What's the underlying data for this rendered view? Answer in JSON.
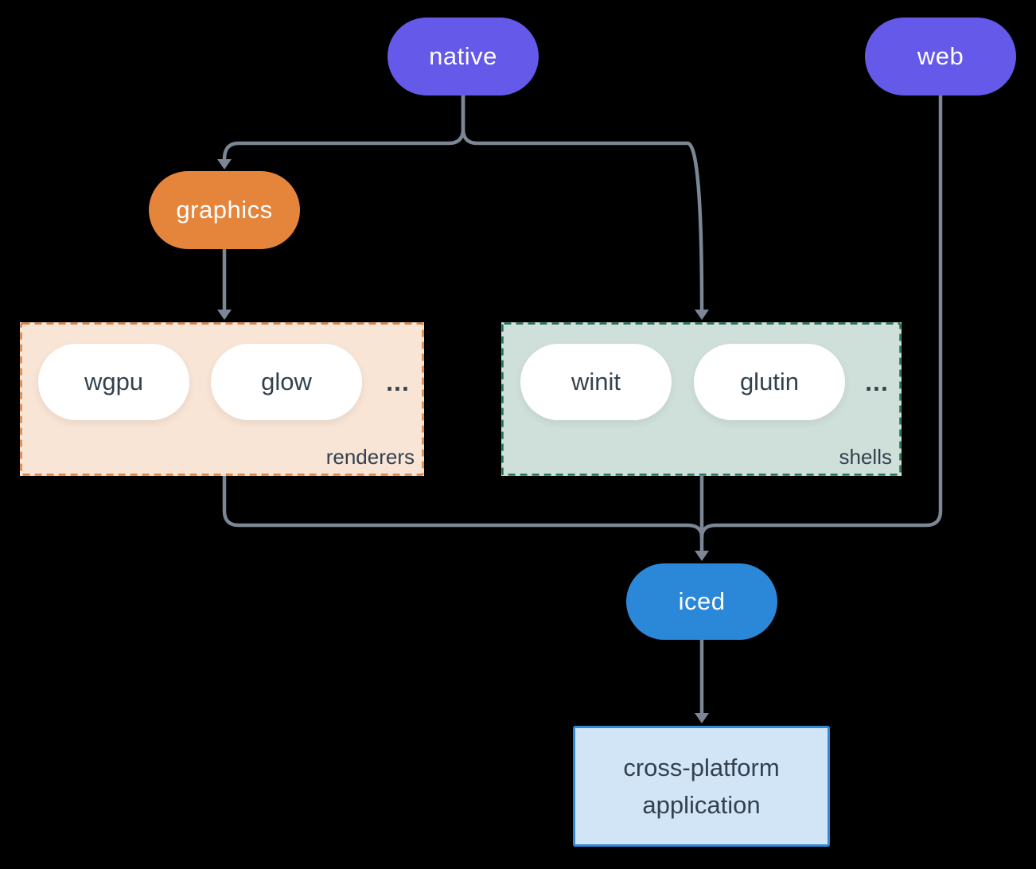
{
  "diagram": {
    "description": "iced ecosystem architecture diagram"
  },
  "nodes": {
    "native": {
      "label": "native",
      "color": "#6459E8"
    },
    "web": {
      "label": "web",
      "color": "#6459E8"
    },
    "graphics": {
      "label": "graphics",
      "color": "#E5853C"
    },
    "iced": {
      "label": "iced",
      "color": "#2B88D8"
    },
    "application": {
      "line1": "cross-platform",
      "line2": "application"
    }
  },
  "groups": {
    "renderers": {
      "label": "renderers",
      "items": [
        "wgpu",
        "glow"
      ],
      "ellipsis": "..."
    },
    "shells": {
      "label": "shells",
      "items": [
        "winit",
        "glutin"
      ],
      "ellipsis": "..."
    }
  },
  "edges": [
    {
      "from": "native",
      "to": "graphics"
    },
    {
      "from": "native",
      "to": "shells"
    },
    {
      "from": "graphics",
      "to": "renderers"
    },
    {
      "from": "renderers",
      "to": "iced"
    },
    {
      "from": "shells",
      "to": "iced"
    },
    {
      "from": "web",
      "to": "iced"
    },
    {
      "from": "iced",
      "to": "application"
    }
  ],
  "colors": {
    "background": "#000000",
    "node_purple": "#6459E8",
    "node_orange": "#E5853C",
    "node_blue": "#2B88D8",
    "group_renderers_bg": "#F8E5D6",
    "group_renderers_border": "#E0813C",
    "group_shells_bg": "#CFE0DA",
    "group_shells_border": "#20705F",
    "app_bg": "#D2E5F7",
    "app_border": "#2F88D8",
    "edge": "#7B8794",
    "text_dark": "#33414E",
    "text_light": "#FFFFFF"
  }
}
